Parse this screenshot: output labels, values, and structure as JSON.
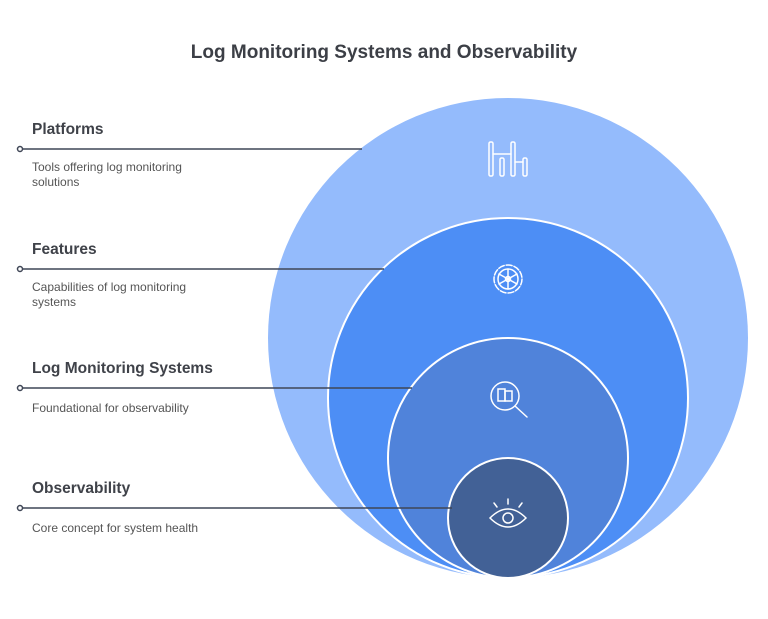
{
  "title": "Log Monitoring Systems and Observability",
  "layers": [
    {
      "label": "Platforms",
      "description": "Tools offering log monitoring solutions",
      "icon": "server-rack-icon",
      "color": "#94bbfc"
    },
    {
      "label": "Features",
      "description": "Capabilities of log monitoring systems",
      "icon": "gear-icon",
      "color": "#4d8ef5"
    },
    {
      "label": "Log Monitoring Systems",
      "description": "Foundational for observability",
      "icon": "document-search-icon",
      "color": "#5083da"
    },
    {
      "label": "Observability",
      "description": "Core concept for system health",
      "icon": "eye-icon",
      "color": "#426196"
    }
  ]
}
